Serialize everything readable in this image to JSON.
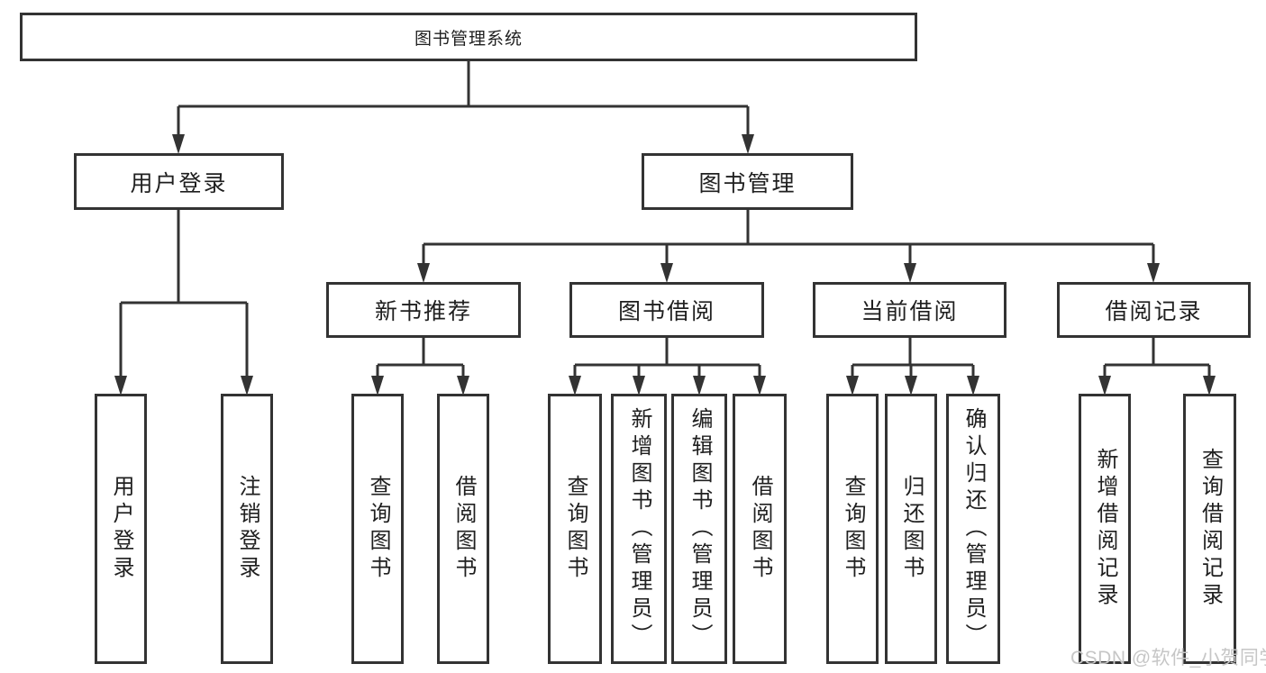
{
  "title": "图书管理系统",
  "watermark": "CSDN @软件_小贺同学",
  "colors": {
    "line": "#333333",
    "border": "#333333",
    "text": "#1f1f1f",
    "watermark": "#c6c6c6",
    "background": "#ffffff"
  },
  "diagram": {
    "type": "hierarchy-tree",
    "root": {
      "label": "图书管理系统"
    },
    "branches": [
      {
        "label": "用户登录",
        "children": [
          {
            "label": "用户登录"
          },
          {
            "label": "注销登录"
          }
        ]
      },
      {
        "label": "图书管理",
        "children": [
          {
            "label": "新书推荐",
            "children": [
              {
                "label": "查询图书"
              },
              {
                "label": "借阅图书"
              }
            ]
          },
          {
            "label": "图书借阅",
            "children": [
              {
                "label": "查询图书"
              },
              {
                "label": "新增图书（管理员）"
              },
              {
                "label": "编辑图书（管理员）"
              },
              {
                "label": "借阅图书"
              }
            ]
          },
          {
            "label": "当前借阅",
            "children": [
              {
                "label": "查询图书"
              },
              {
                "label": "归还图书"
              },
              {
                "label": "确认归还（管理员）"
              }
            ]
          },
          {
            "label": "借阅记录",
            "children": [
              {
                "label": "新增借阅记录"
              },
              {
                "label": "查询借阅记录"
              }
            ]
          }
        ]
      }
    ]
  }
}
